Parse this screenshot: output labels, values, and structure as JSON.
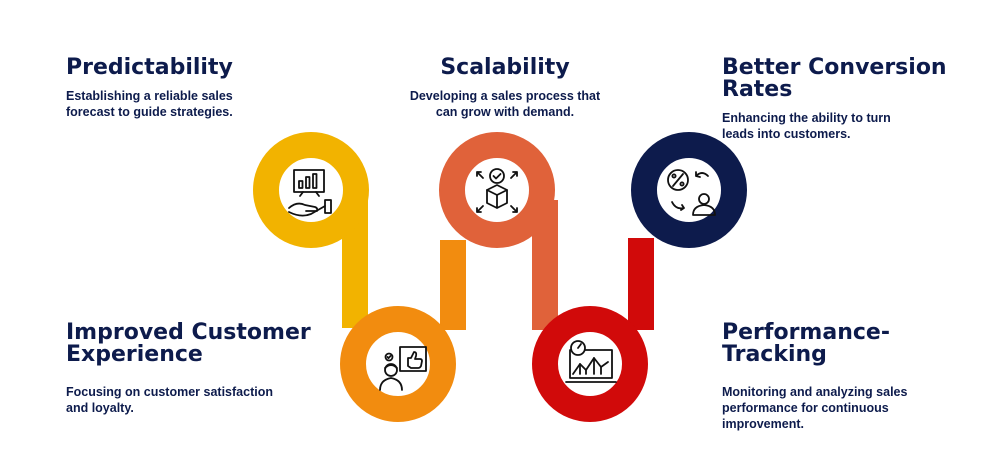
{
  "items": [
    {
      "title": "Predictability",
      "description": "Establishing a reliable sales forecast to guide strategies.",
      "color": "#f2b300",
      "icon": "chart-hand-icon"
    },
    {
      "title": "Improved Customer Experience",
      "description": "Focusing on customer satisfaction and loyalty.",
      "color": "#f28c0f",
      "icon": "customer-thumbs-up-icon"
    },
    {
      "title": "Scalability",
      "description": "Developing a sales process that can grow with demand.",
      "color": "#e0623a",
      "icon": "scalable-box-icon"
    },
    {
      "title": "Performance-Tracking",
      "description": "Monitoring and analyzing sales performance for continuous improvement.",
      "color": "#d10a0a",
      "icon": "performance-monitor-icon"
    },
    {
      "title": "Better Conversion Rates",
      "description": "Enhancing the ability to turn leads into customers.",
      "color": "#0d1b4c",
      "icon": "conversion-user-icon"
    }
  ]
}
